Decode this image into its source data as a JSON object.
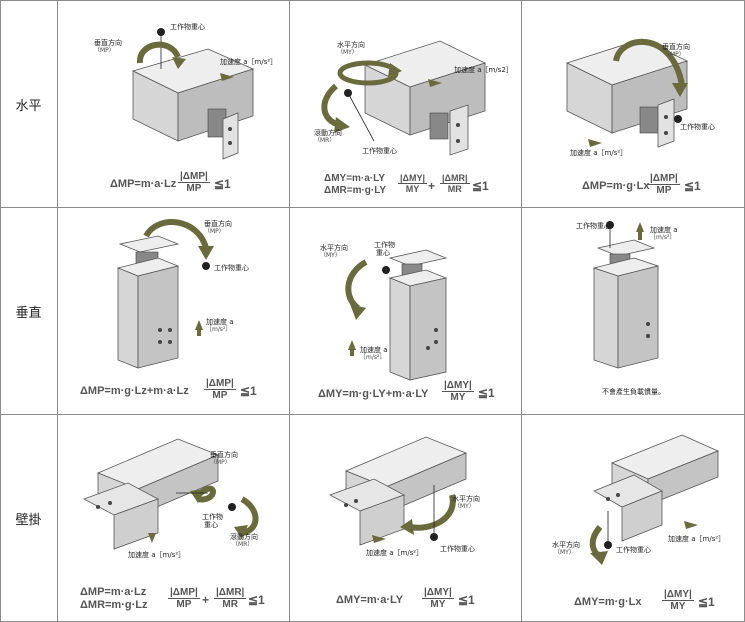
{
  "rows": [
    "水平",
    "垂直",
    "壁掛"
  ],
  "colors": {
    "arrow": "#6a6b3c",
    "body": "#d9d9d9",
    "body_dark": "#b5b5b5",
    "line": "#555555",
    "grid": "#8c8c8c"
  },
  "cells": {
    "h1": {
      "cog": "工作物重心",
      "dir1": "垂直方向",
      "dir1b": "（MP）",
      "accel": "加速度 a［m/s²］",
      "f1": "ΔMP=m·a·Lz",
      "num1": "|ΔMP|",
      "den1": "MP",
      "le": "≦1"
    },
    "h2": {
      "dir1": "水平方向",
      "dir1b": "（MY）",
      "dir2": "滾動方向",
      "dir2b": "（MR）",
      "accel": "加速度 a［m/s2］",
      "cog": "工作物重心",
      "f1": "ΔMY=m·a·LY",
      "f2": "ΔMR=m·g·LY",
      "num1": "|ΔMY|",
      "den1": "MY",
      "num2": "|ΔMR|",
      "den2": "MR",
      "plus": "+",
      "le": "≦1"
    },
    "h3": {
      "dir1": "垂直方向",
      "dir1b": "（MP）",
      "cog": "工作物重心",
      "accel": "加速度 a［m/s²］",
      "f1": "ΔMP=m·g·Lx",
      "num1": "|ΔMP|",
      "den1": "MP",
      "le": "≦1"
    },
    "v1": {
      "dir1": "垂直方向",
      "dir1b": "（MP）",
      "cog": "工作物重心",
      "accel": "加速度 a",
      "accel_unit": "［m/s²］",
      "f1": "ΔMP=m·g·Lz+m·a·Lz",
      "num1": "|ΔMP|",
      "den1": "MP",
      "le": "≦1"
    },
    "v2": {
      "dir1": "水平方向",
      "dir1b": "（MY）",
      "cog1": "工作物",
      "cog2": "重心",
      "accel": "加速度 a",
      "accel_unit": "［m/s²］",
      "f1": "ΔMY=m·g·LY+m·a·LY",
      "num1": "|ΔMY|",
      "den1": "MY",
      "le": "≦1"
    },
    "v3": {
      "cog": "工作物重心",
      "accel": "加速度 a",
      "accel_unit": "［m/s²］",
      "note": "不會產生負載慣量。"
    },
    "w1": {
      "dir1": "垂直方向",
      "dir1b": "（MP）",
      "cog1": "工作物",
      "cog2": "重心",
      "dir2": "滾動方向",
      "dir2b": "（MR）",
      "accel": "加速度 a［m/s²］",
      "f1": "ΔMP=m·a·Lz",
      "f2": "ΔMR=m·g·Lz",
      "num1": "|ΔMP|",
      "den1": "MP",
      "num2": "|ΔMR|",
      "den2": "MR",
      "plus": "+",
      "le": "≦1"
    },
    "w2": {
      "dir1": "水平方向",
      "dir1b": "（MY）",
      "cog": "工作物重心",
      "accel": "加速度 a［m/s²］",
      "f1": "ΔMY=m·a·LY",
      "num1": "|ΔMY|",
      "den1": "MY",
      "le": "≦1"
    },
    "w3": {
      "dir1": "水平方向",
      "dir1b": "（MY）",
      "cog": "工作物重心",
      "accel": "加速度 a［m/s²］",
      "f1": "ΔMY=m·g·Lx",
      "num1": "|ΔMY|",
      "den1": "MY",
      "le": "≦1"
    }
  }
}
